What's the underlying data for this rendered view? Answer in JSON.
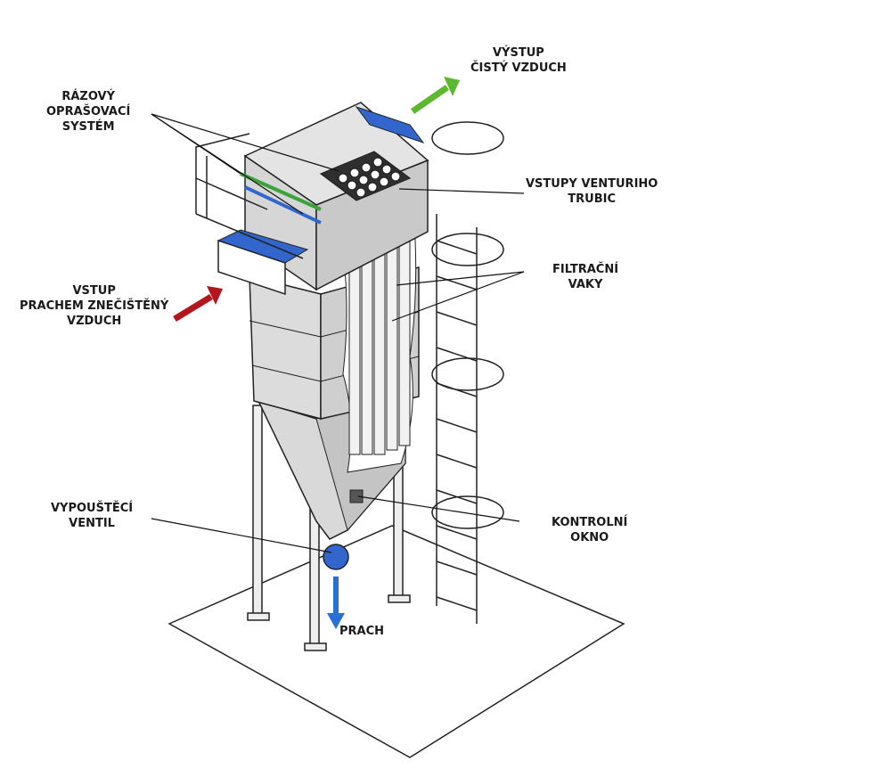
{
  "labels": {
    "outlet": {
      "line1": "VÝSTUP",
      "line2": "ČISTÝ VZDUCH"
    },
    "pulse_jet": {
      "line1": "RÁZOVÝ",
      "line2": "OPRAŠOVACÍ",
      "line3": "SYSTÉM"
    },
    "venturi": {
      "line1": "VSTUPY VENTURIHO",
      "line2": "TRUBIC"
    },
    "filter_bags": {
      "line1": "FILTRAČNÍ",
      "line2": "VAKY"
    },
    "inlet": {
      "line1": "VSTUP",
      "line2": "PRACHEM ZNEČIŠTĚNÝ",
      "line3": "VZDUCH"
    },
    "discharge_valve": {
      "line1": "VYPOUŠTĚCÍ",
      "line2": "VENTIL"
    },
    "inspection_window": {
      "line1": "KONTROLNÍ",
      "line2": "OKNO"
    },
    "dust": {
      "line1": "PRACH"
    }
  },
  "colors": {
    "clean_air_arrow": "#5cb82e",
    "dirty_air_arrow": "#b3161c",
    "dust_arrow": "#2a6fd6",
    "blue_flange": "#3366cc",
    "pulse_pipe": "#3aa33a",
    "body_gray": "#d9d9d9",
    "outline": "#222222"
  }
}
